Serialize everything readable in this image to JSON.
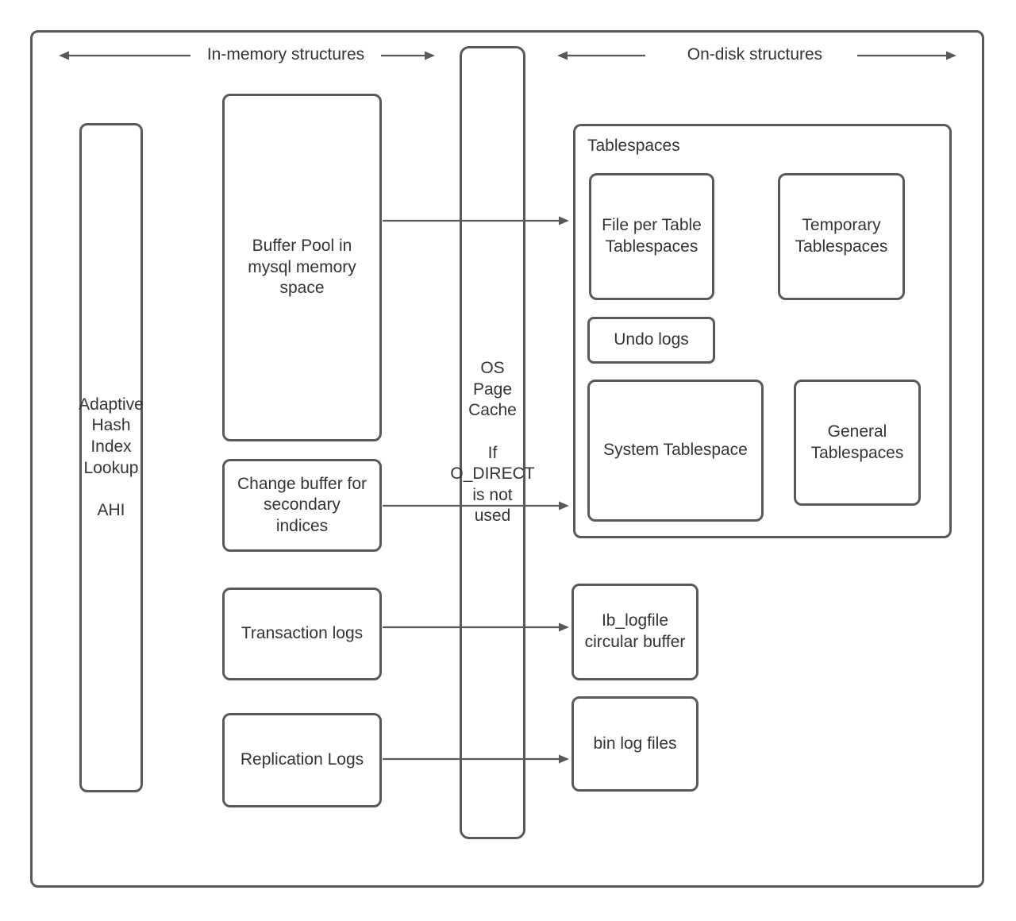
{
  "header": {
    "in_memory": "In-memory structures",
    "on_disk": "On-disk structures"
  },
  "colors": {
    "stroke": "#595959",
    "text": "#343434",
    "background": "#ffffff"
  },
  "nodes": {
    "adaptive_hash": [
      "Adaptive",
      "Hash",
      "Index",
      "Lookup",
      "",
      "AHI"
    ],
    "buffer_pool": [
      "Buffer Pool in",
      "mysql memory",
      "space"
    ],
    "change_buffer": [
      "Change buffer for",
      "secondary",
      "indices"
    ],
    "transaction_logs": "Transaction logs",
    "replication_logs": "Replication Logs",
    "os_page_cache": [
      "OS",
      "Page",
      "Cache",
      "",
      "If",
      "O_DIRECT",
      "is not",
      "used"
    ],
    "tablespaces_label": "Tablespaces",
    "file_per_table": [
      "File per Table",
      "Tablespaces"
    ],
    "temporary_tablespaces": [
      "Temporary",
      "Tablespaces"
    ],
    "undo_logs": "Undo logs",
    "system_tablespace": "System Tablespace",
    "general_tablespaces": [
      "General",
      "Tablespaces"
    ],
    "ib_logfile": [
      "Ib_logfile",
      "circular buffer"
    ],
    "bin_log_files": "bin log files"
  },
  "edges": [
    {
      "from": "buffer-pool",
      "to": "tablespaces",
      "via": "os-page-cache"
    },
    {
      "from": "change-buffer",
      "to": "tablespaces",
      "via": "os-page-cache"
    },
    {
      "from": "transaction-logs",
      "to": "ib-logfile",
      "via": "os-page-cache"
    },
    {
      "from": "replication-logs",
      "to": "bin-log-files",
      "via": "os-page-cache"
    }
  ]
}
